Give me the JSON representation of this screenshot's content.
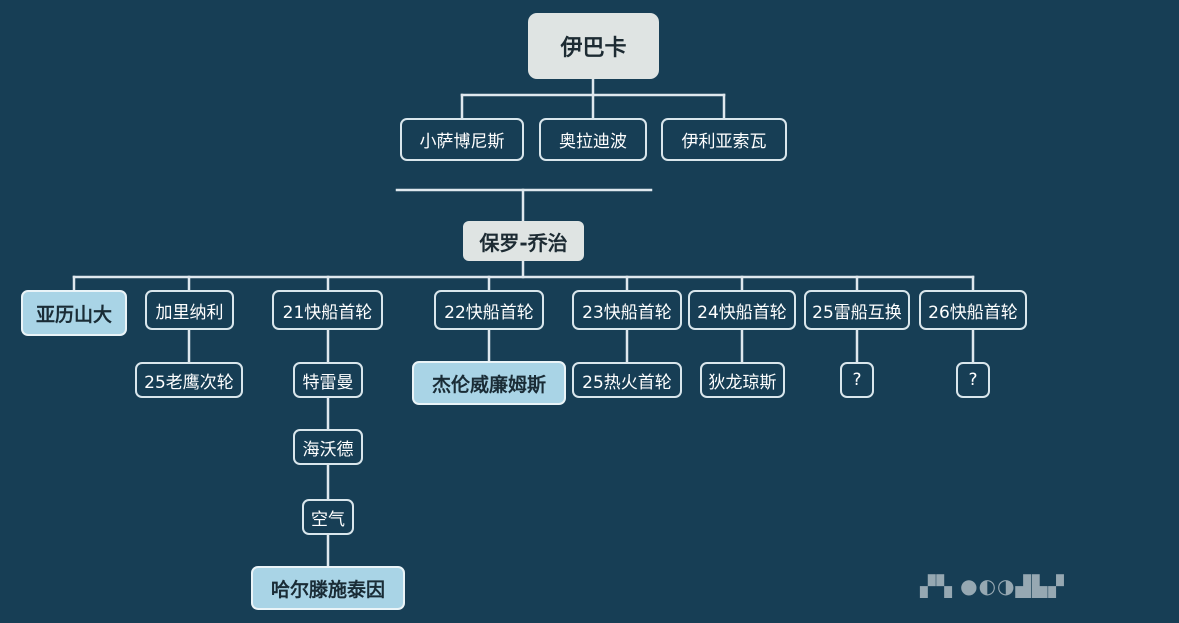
{
  "diagram": {
    "line_color": "#dfe8ee",
    "highlight_color": "#a9d4e6",
    "root": "伊巴卡",
    "first_group": [
      "小萨博尼斯",
      "奥拉迪波",
      "伊利亚索瓦"
    ],
    "hub": "保罗-乔治",
    "branches": [
      {
        "label": "亚历山大",
        "children": []
      },
      {
        "label": "加里纳利",
        "children": [
          "25老鹰次轮"
        ]
      },
      {
        "label": "21快船首轮",
        "children": [
          "特雷曼",
          "海沃德",
          "空气",
          "哈尔滕施泰因"
        ]
      },
      {
        "label": "22快船首轮",
        "children": [
          "杰伦威廉姆斯"
        ]
      },
      {
        "label": "23快船首轮",
        "children": [
          "25热火首轮"
        ]
      },
      {
        "label": "24快船首轮",
        "children": [
          "狄龙琼斯"
        ]
      },
      {
        "label": "25雷船互换",
        "children": [
          "?"
        ]
      },
      {
        "label": "26快船首轮",
        "children": [
          "?"
        ]
      }
    ]
  }
}
